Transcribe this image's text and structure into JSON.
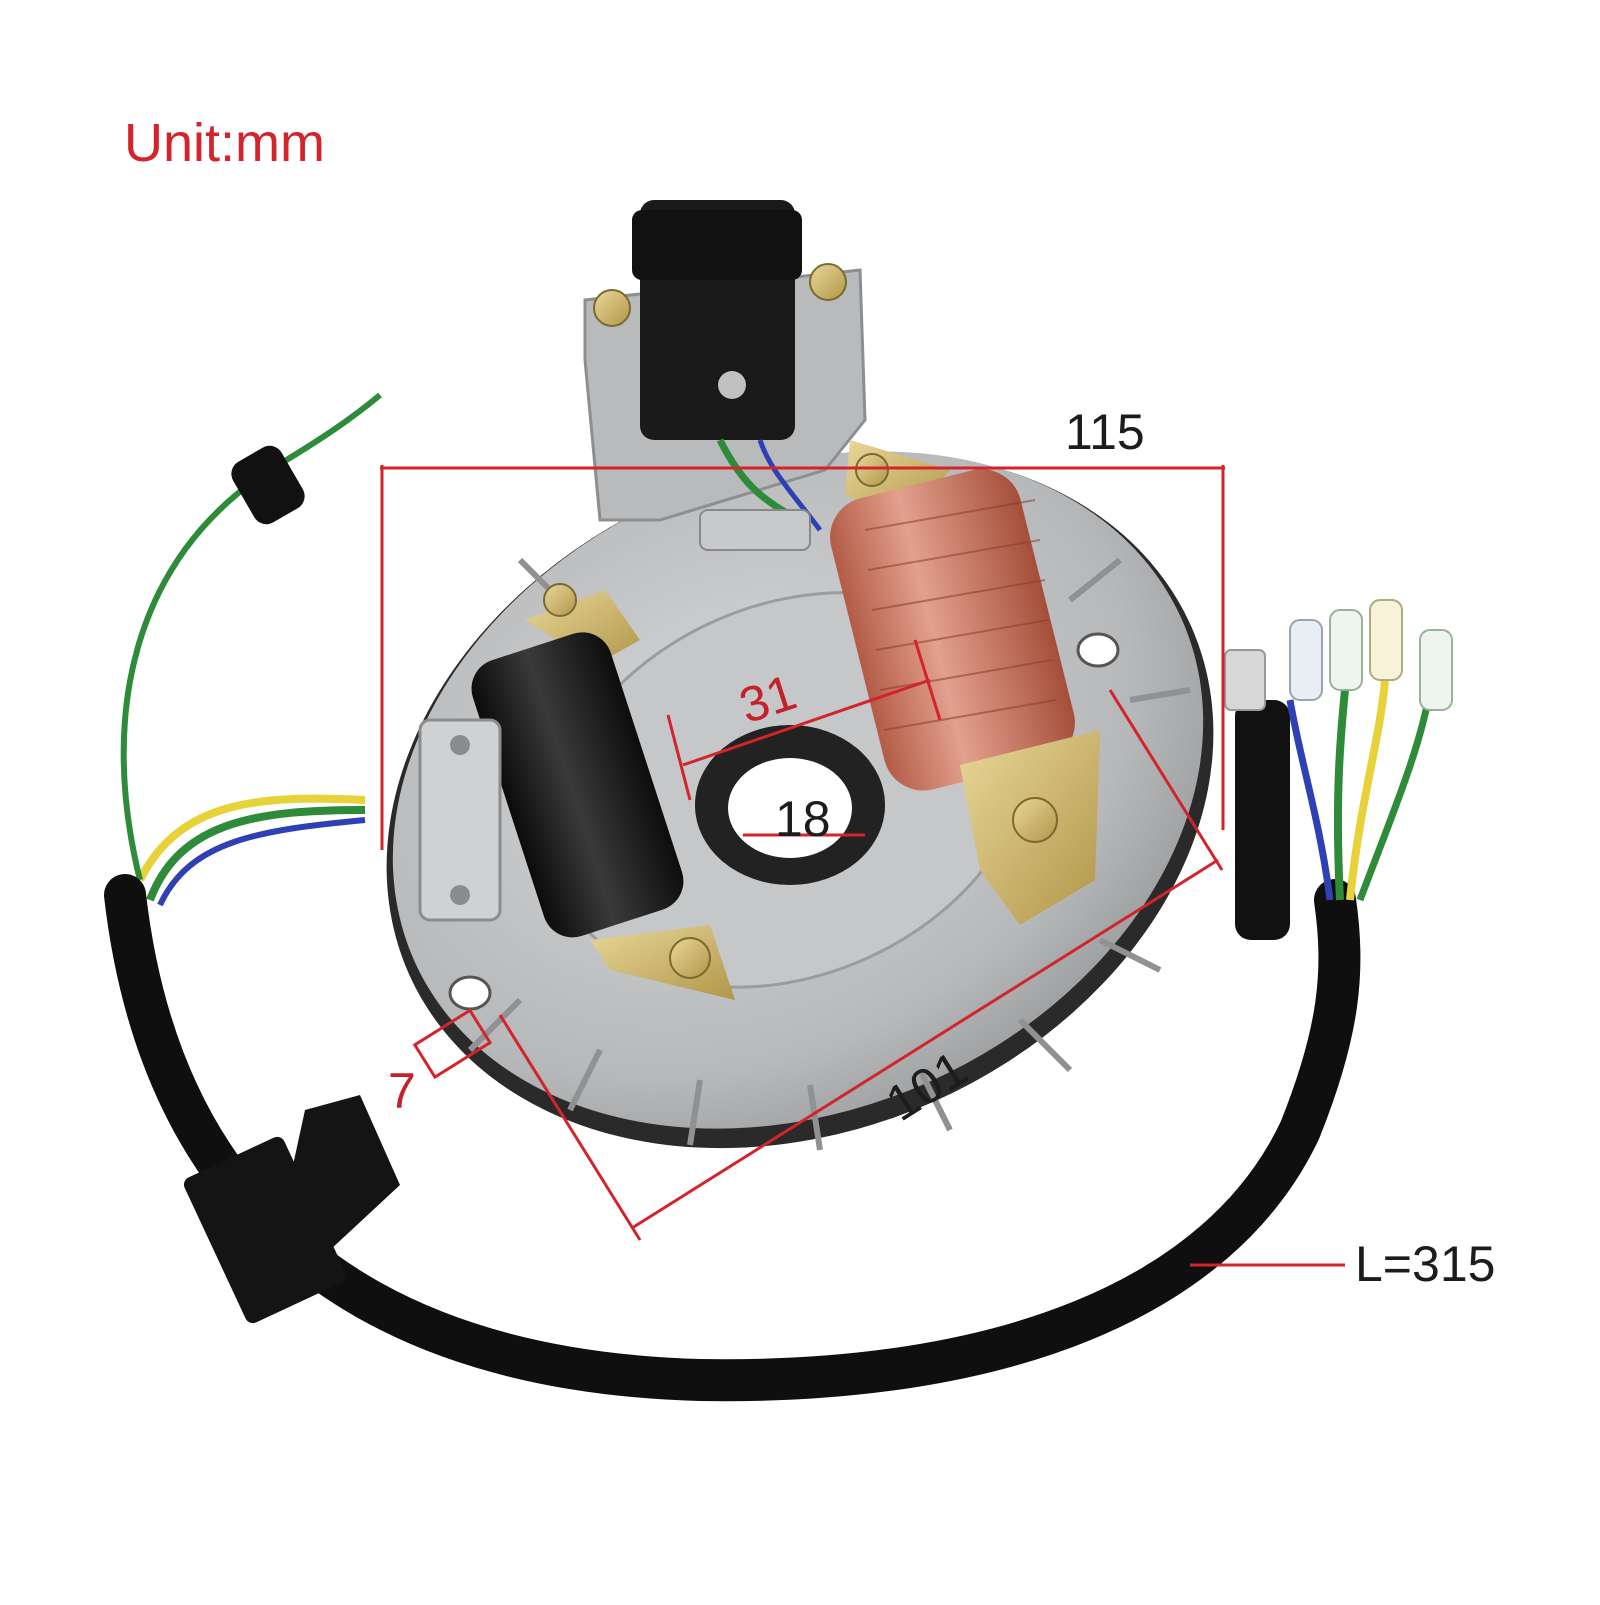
{
  "unit_label": "Unit:mm",
  "dimensions": {
    "width": "115",
    "coil_spacing": "31",
    "center_bore": "18",
    "mounting_hole": "7",
    "diagonal": "101",
    "cable_length": "L=315"
  },
  "colors": {
    "annotation": "#d3242c",
    "plate": "#b9bbbd",
    "copper_coil": "#c9735e",
    "black_coil": "#1b1b1b",
    "cable": "#111111"
  }
}
